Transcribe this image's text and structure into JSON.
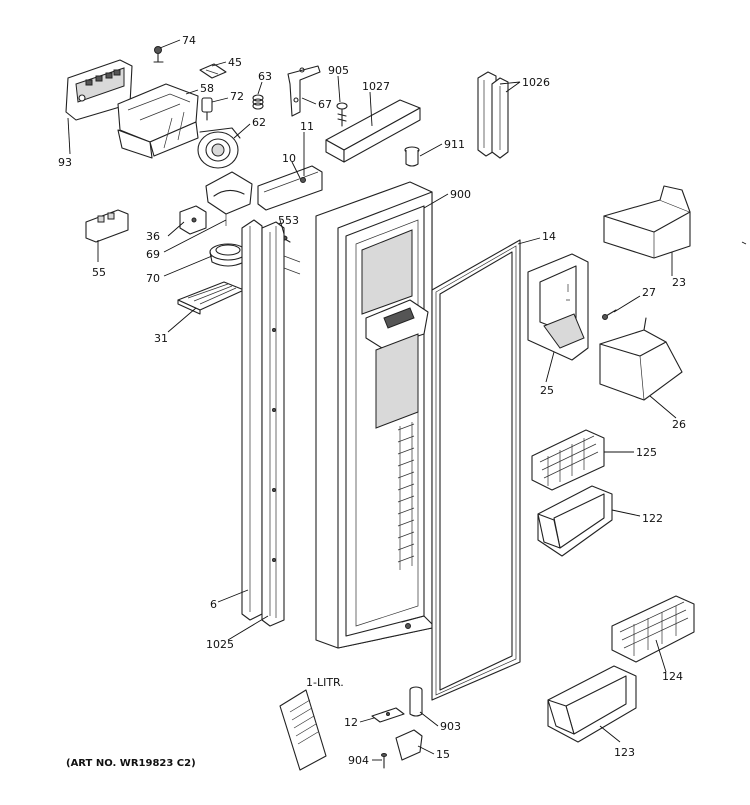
{
  "diagram": {
    "art_number": "(ART NO. WR19823 C2)",
    "parts": {
      "p74": "74",
      "p45": "45",
      "p58": "58",
      "p63": "63",
      "p72": "72",
      "p67": "67",
      "p905": "905",
      "p1027": "1027",
      "p1026": "1026",
      "p93": "93",
      "p62": "62",
      "p11": "11",
      "p10": "10",
      "p911": "911",
      "p900": "900",
      "p36": "36",
      "p553": "553",
      "p69": "69",
      "p55": "55",
      "p14": "14",
      "p70": "70",
      "p27": "27",
      "p23": "23",
      "p31": "31",
      "p25": "25",
      "p26": "26",
      "p125": "125",
      "p122": "122",
      "p6": "6",
      "p1025": "1025",
      "p124": "124",
      "p1litr": "1-LITR.",
      "p12": "12",
      "p903": "903",
      "p904": "904",
      "p15": "15",
      "p123": "123"
    }
  }
}
